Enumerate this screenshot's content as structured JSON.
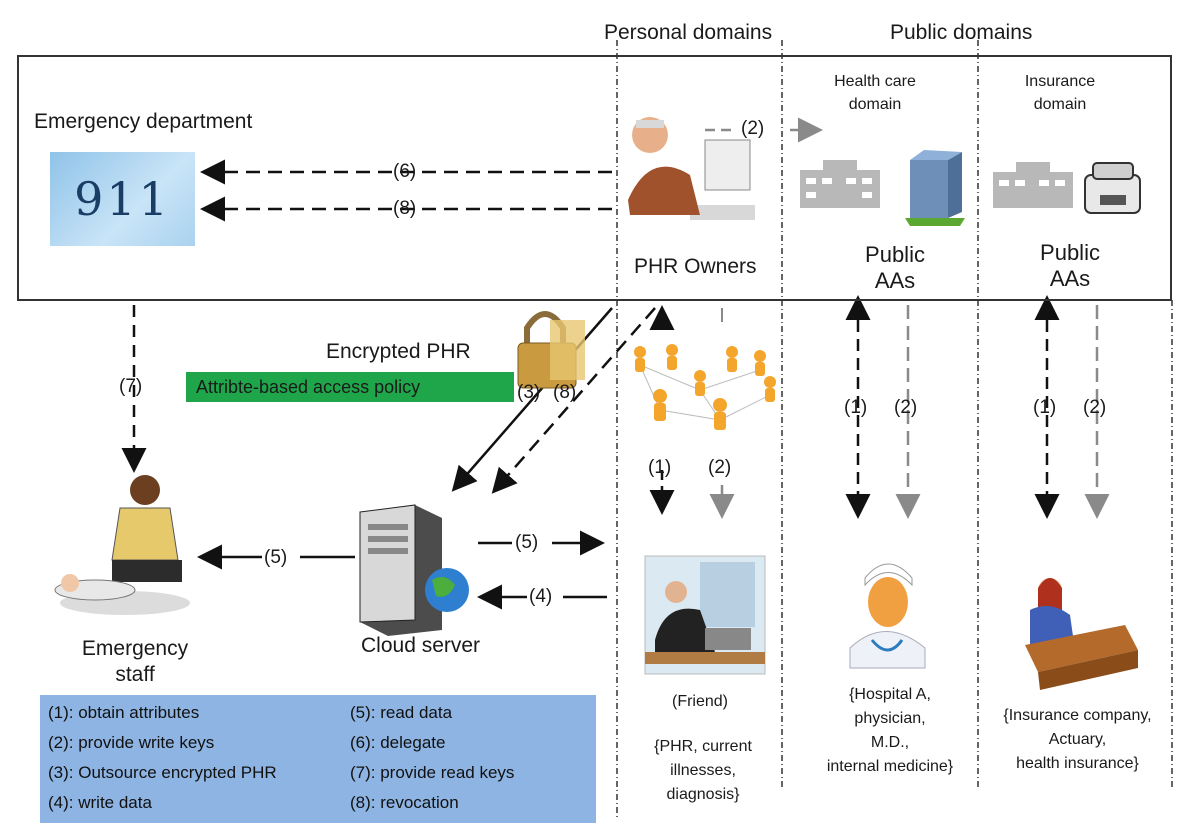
{
  "headers": {
    "personal": "Personal domains",
    "public": "Public domains"
  },
  "top": {
    "emergency_department": "Emergency department",
    "nine11": "911",
    "phr_owners": "PHR Owners",
    "healthcare_domain": "Health care\ndomain",
    "insurance_domain": "Insurance\ndomain",
    "public_aas_1": "Public\nAAs",
    "public_aas_2": "Public\nAAs"
  },
  "middle": {
    "encrypted_phr": "Encrypted PHR",
    "access_policy": "Attribte-based access policy",
    "emergency_staff": "Emergency\nstaff",
    "cloud_server": "Cloud server",
    "friend": "(Friend)",
    "friend_desc": "{PHR, current\nillnesses,\ndiagnosis}",
    "hospital_desc": "{Hospital A,\nphysician,\nM.D.,\ninternal medicine}",
    "insurance_desc": "{Insurance company,\nActuary,\nhealth insurance}"
  },
  "arrow_labels": {
    "a2_top": "(2)",
    "a6": "(6)",
    "a8": "(8)",
    "a7": "(7)",
    "a3": "(3)",
    "a8b": "(8)",
    "a5_left": "(5)",
    "a5_right": "(5)",
    "a4": "(4)",
    "f1": "(1)",
    "f2": "(2)",
    "h1": "(1)",
    "h2": "(2)",
    "i1": "(1)",
    "i2": "(2)"
  },
  "legend": {
    "l1": "(1): obtain attributes",
    "l2": "(2): provide write keys",
    "l3": "(3): Outsource encrypted PHR",
    "l4": "(4): write data",
    "l5": "(5): read data",
    "l6": "(6): delegate",
    "l7": "(7): provide read keys",
    "l8": "(8): revocation"
  },
  "colors": {
    "policy_green": "#1fa64a",
    "legend_blue": "#8db4e2",
    "gray_arrow": "#8a8a8a"
  }
}
